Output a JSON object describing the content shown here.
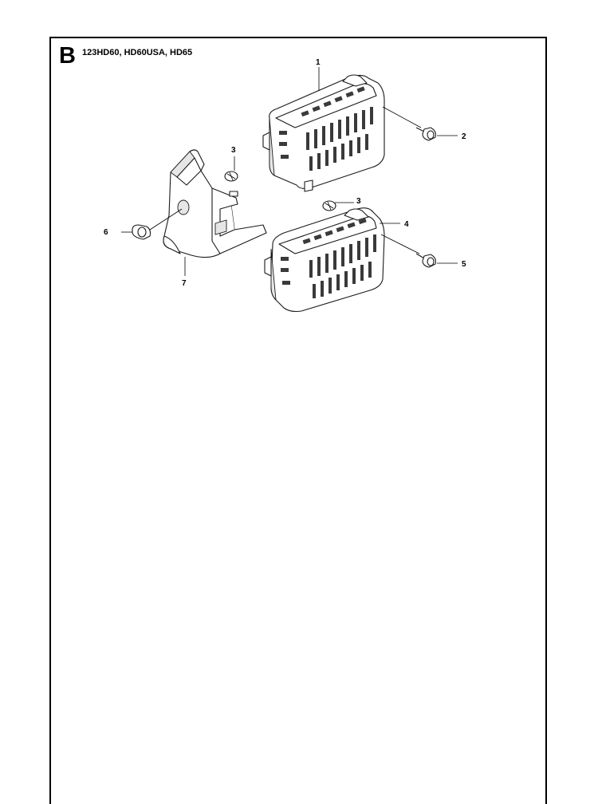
{
  "header": {
    "section_letter": "B",
    "models": "123HD60, HD60USA, HD65"
  },
  "callouts": [
    {
      "id": "1",
      "label": "1"
    },
    {
      "id": "2",
      "label": "2"
    },
    {
      "id": "3a",
      "label": "3"
    },
    {
      "id": "3b",
      "label": "3"
    },
    {
      "id": "4",
      "label": "4"
    },
    {
      "id": "5",
      "label": "5"
    },
    {
      "id": "6",
      "label": "6"
    },
    {
      "id": "7",
      "label": "7"
    }
  ],
  "colors": {
    "line": "#1a1a1a",
    "shade": "#e6e6e6",
    "slot": "#3a3a3a"
  }
}
